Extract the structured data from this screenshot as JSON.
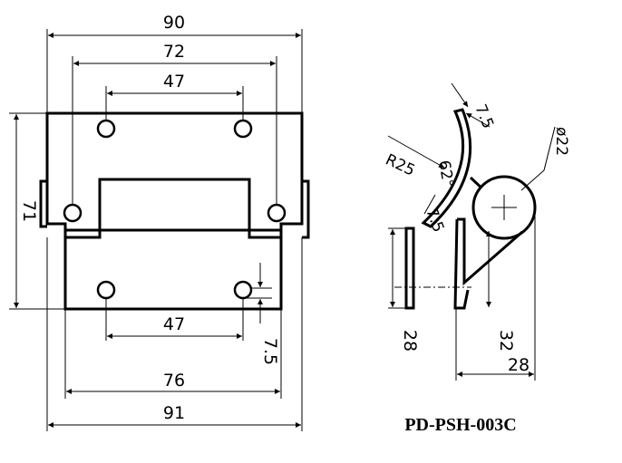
{
  "front_view": {
    "dims": {
      "overall_top": "90",
      "hole_pitch_top": "72",
      "inner_holes_top": "47",
      "height": "71",
      "inner_holes_bottom": "47",
      "hole_offset": "7.5",
      "plate_width": "76",
      "overall_bottom": "91"
    }
  },
  "side_view": {
    "dims": {
      "thickness": "7.5",
      "diameter": "ø22",
      "radius": "R25",
      "angle": "62°",
      "offset": "7.5",
      "span_left": "28",
      "height_right": "32",
      "span_right": "28"
    }
  },
  "part_number": "PD-PSH-003C"
}
